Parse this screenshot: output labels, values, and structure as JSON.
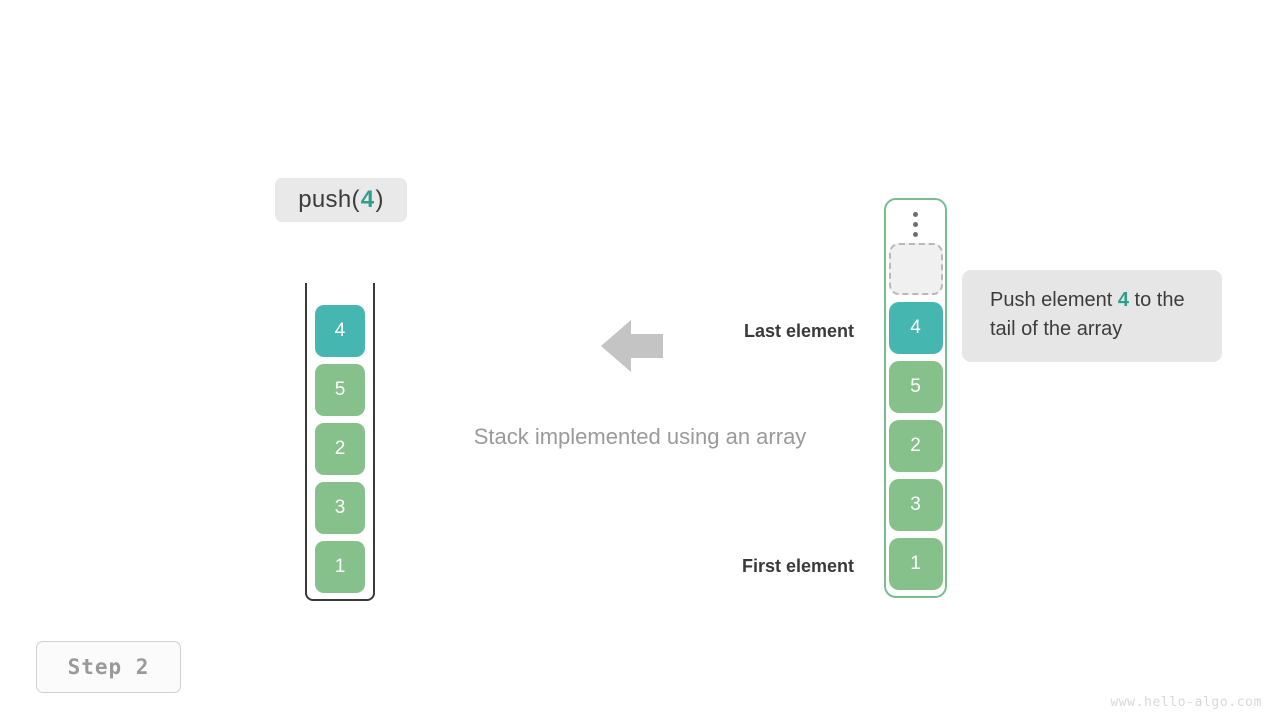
{
  "colors": {
    "teal": "#45b7b0",
    "green": "#86c08a",
    "teal_text": "#2f9e8f",
    "array_border": "#79bd8f",
    "stack_border": "#3a3a3a",
    "arrow": "#c4c4c4",
    "chip_bg": "#e9e9e9",
    "tooltip_bg": "#e6e6e6",
    "caption_text": "#9a9a9a",
    "watermark": "#d8d8d8",
    "empty_slot_bg": "#f0f0f0",
    "empty_slot_border": "#b9b9b9"
  },
  "operation": {
    "name": "push",
    "open_paren": "(",
    "argument": "4",
    "close_paren": ")"
  },
  "stack": {
    "caption": "Stack implemented using an array",
    "cells": [
      {
        "value": "4",
        "color": "#45b7b0"
      },
      {
        "value": "5",
        "color": "#86c08a"
      },
      {
        "value": "2",
        "color": "#86c08a"
      },
      {
        "value": "3",
        "color": "#86c08a"
      },
      {
        "value": "1",
        "color": "#86c08a"
      }
    ]
  },
  "labels": {
    "last_element": "Last element",
    "first_element": "First element"
  },
  "array": {
    "overflow_indicator": "vertical-ellipsis",
    "empty_slot_label": "",
    "cells": [
      {
        "value": "4",
        "color": "#45b7b0"
      },
      {
        "value": "5",
        "color": "#86c08a"
      },
      {
        "value": "2",
        "color": "#86c08a"
      },
      {
        "value": "3",
        "color": "#86c08a"
      },
      {
        "value": "1",
        "color": "#86c08a"
      }
    ]
  },
  "tooltip": {
    "prefix": "Push element ",
    "highlight": "4",
    "suffix": " to the tail of the array"
  },
  "step": {
    "label": "Step 2"
  },
  "watermark": {
    "text": "www.hello-algo.com"
  },
  "icons": {
    "arrow": "arrow-left-icon"
  }
}
